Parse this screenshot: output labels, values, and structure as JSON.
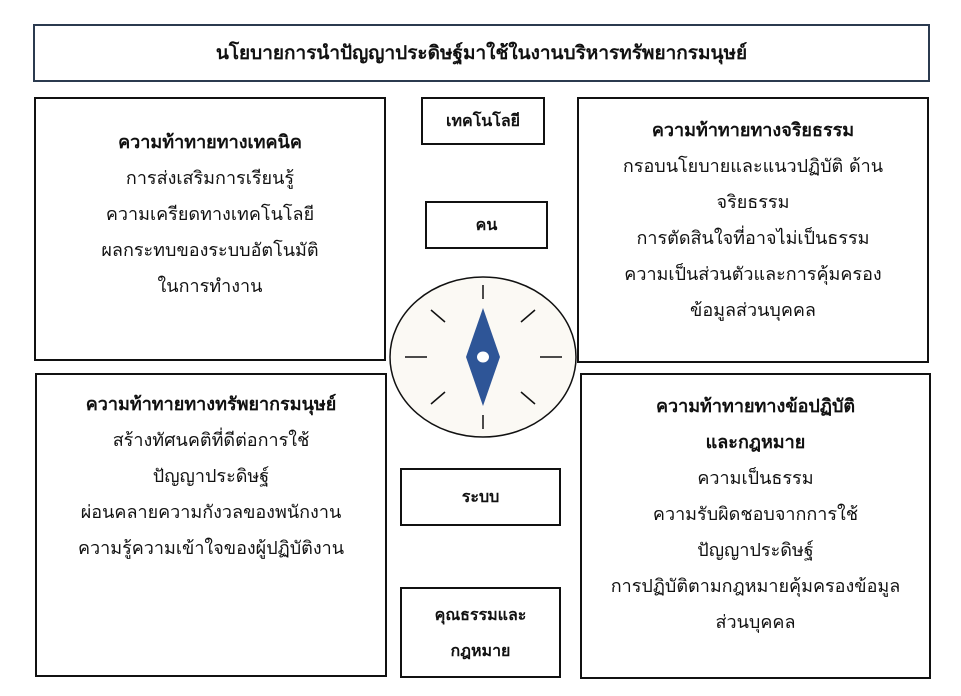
{
  "title": "นโยบายการนำปัญญาประดิษฐ์มาใช้ในงานบริหารทรัพยากรมนุษย์",
  "quadrants": {
    "technical": {
      "heading": "ความท้าทายทางเทคนิค",
      "lines": [
        "การส่งเสริมการเรียนรู้",
        "ความเครียดทางเทคโนโลยี",
        "ผลกระทบของระบบอัตโนมัติ",
        "ในการทำงาน"
      ]
    },
    "ethics": {
      "heading": "ความท้าทายทางจริยธรรม",
      "lines": [
        "กรอบนโยบายและแนวปฏิบัติ ด้าน",
        "จริยธรรม",
        "การตัดสินใจที่อาจไม่เป็นธรรม",
        "ความเป็นส่วนตัวและการคุ้มครอง",
        "ข้อมูลส่วนบุคคล"
      ]
    },
    "human": {
      "heading": "ความท้าทายทางทรัพยากรมนุษย์",
      "lines": [
        "สร้างทัศนคติที่ดีต่อการใช้",
        "ปัญญาประดิษฐ์",
        "ผ่อนคลายความกังวลของพนักงาน",
        "ความรู้ความเข้าใจของผู้ปฏิบัติงาน"
      ]
    },
    "legal": {
      "heading": [
        "ความท้าทายทางข้อปฏิบัติ",
        "และกฎหมาย"
      ],
      "lines": [
        "ความเป็นธรรม",
        "ความรับผิดชอบจากการใช้",
        "ปัญญาประดิษฐ์",
        "การปฏิบัติตามกฎหมายคุ้มครองข้อมูล",
        "ส่วนบุคคล"
      ]
    }
  },
  "center": {
    "technology": "เทคโนโลยี",
    "people": "คน",
    "system": "ระบบ",
    "ethics_law": [
      "คุณธรรมและ",
      "กฎหมาย"
    ]
  },
  "colors": {
    "needle": "#2e5597",
    "compass_bg": "#fbf9f4",
    "title_border": "#2b3a4f"
  }
}
